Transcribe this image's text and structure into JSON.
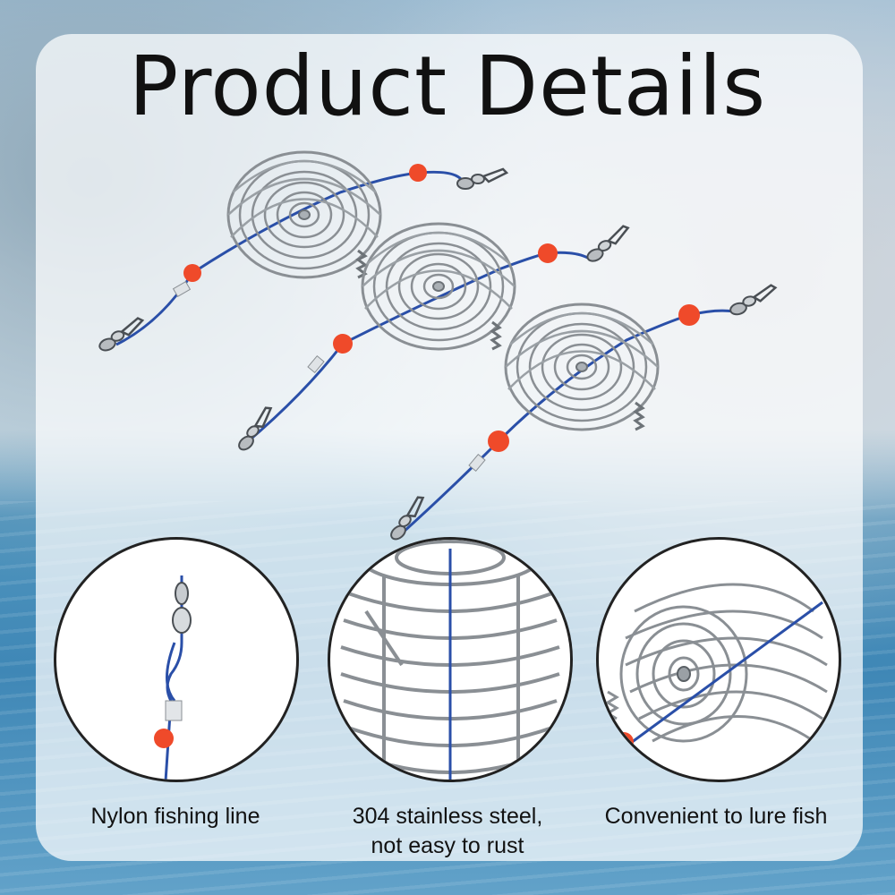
{
  "title": "Product Details",
  "features": [
    {
      "caption": "Nylon fishing line",
      "icon": "nylon-line-detail"
    },
    {
      "caption_line1": "304 stainless steel,",
      "caption_line2": "not easy to rust",
      "icon": "stainless-cage-detail"
    },
    {
      "caption": "Convenient to lure fish",
      "icon": "cage-lure-detail"
    }
  ],
  "colors": {
    "bead": "#ef4a2a",
    "line": "#2a4fa8",
    "steel": "#8a8f94",
    "title": "#111111"
  }
}
